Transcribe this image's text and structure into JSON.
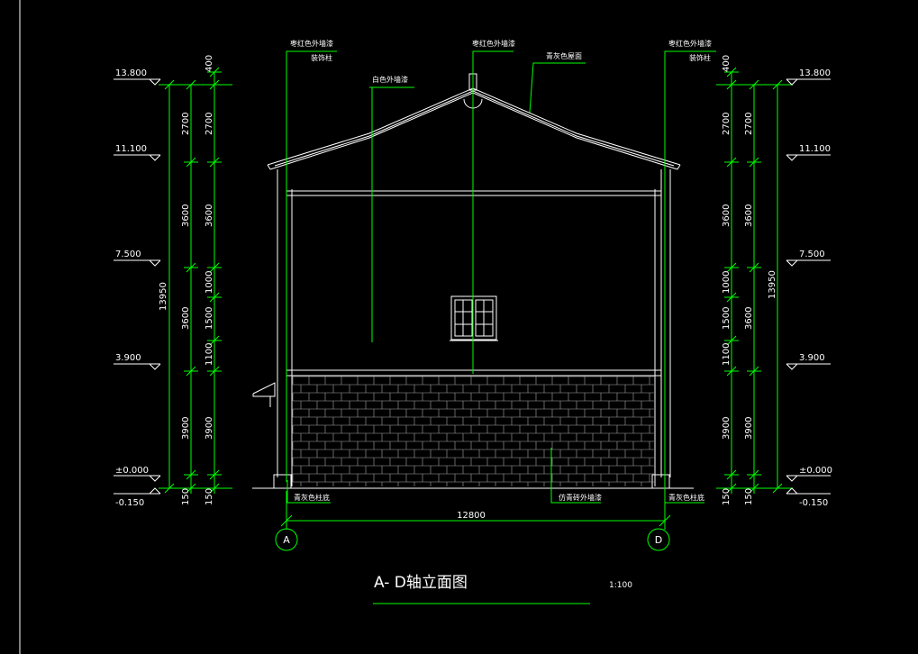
{
  "title": "A- D轴立面图",
  "scale": "1:100",
  "axis_labels": {
    "left": "A",
    "right": "D"
  },
  "overall_width": "12800",
  "levels_left": [
    "13.800",
    "11.100",
    "7.500",
    "3.900",
    "±0.000",
    "-0.150"
  ],
  "levels_right": [
    "13.800",
    "11.100",
    "7.500",
    "3.900",
    "±0.000",
    "-0.150"
  ],
  "total_height": "13950",
  "dims_outer": [
    "2700",
    "3600",
    "3600",
    "3900",
    "150"
  ],
  "dims_inner": [
    "400",
    "2700",
    "3600",
    "1000",
    "1500",
    "1100",
    "3900",
    "150"
  ],
  "notes": {
    "top_left_1": "枣红色外墙漆",
    "top_left_2": "装饰柱",
    "white_wall": "白色外墙漆",
    "top_center": "枣红色外墙漆",
    "roof": "青灰色屋面",
    "top_right_1": "枣红色外墙漆",
    "top_right_2": "装饰柱",
    "base_left": "青灰色柱底",
    "base_center": "仿青砖外墙漆",
    "base_right": "青灰色柱底"
  },
  "colors": {
    "line_white": "#ffffff",
    "line_green": "#00ff00",
    "background": "#000000"
  }
}
